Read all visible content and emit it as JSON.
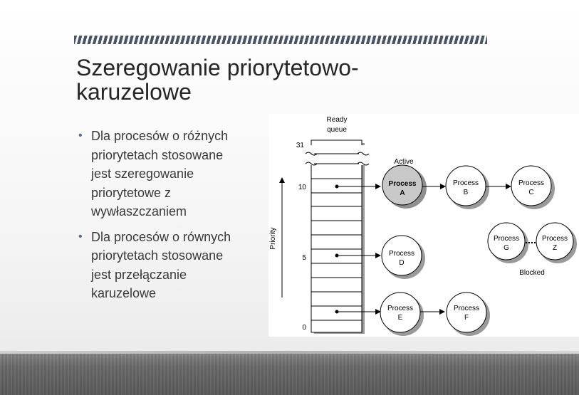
{
  "slide": {
    "title": "Szeregowanie priorytetowo-karuzelowe",
    "title_line1": "Szeregowanie priorytetowo-",
    "title_line2": "karuzelowe",
    "bullets": [
      "Dla procesów o różnych priorytetach stosowane jest szeregowanie priorytetowe z wywłaszczaniem",
      "Dla procesów o równych priorytetach stosowane jest przełączanie karuzelowe"
    ],
    "bullet1_lines": [
      "Dla procesów o różnych",
      "priorytetach stosowane",
      "jest szeregowanie",
      "priorytetowe z",
      "wywłaszczaniem"
    ],
    "bullet2_lines": [
      "Dla procesów o równych",
      "priorytetach stosowane",
      "jest przełączanie",
      "karuzelowe"
    ]
  },
  "diagram": {
    "queue_label_line1": "Ready",
    "queue_label_line2": "queue",
    "axis_label": "Priority",
    "levels": {
      "top": "31",
      "ten": "10",
      "five": "5",
      "zero": "0"
    },
    "active_label": "Active",
    "blocked_label": "Blocked",
    "process_word": "Process",
    "processes": {
      "a": "A",
      "b": "B",
      "c": "C",
      "d": "D",
      "e": "E",
      "f": "F",
      "g": "G",
      "z": "Z"
    }
  },
  "colors": {
    "accent_stripe": "#4a5466",
    "active_process_fill": "#c8c8c8",
    "floor": "#6a6a6a"
  }
}
